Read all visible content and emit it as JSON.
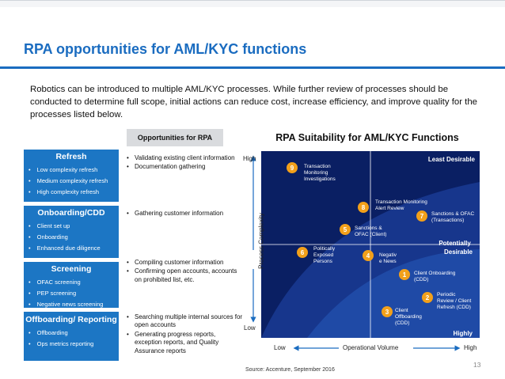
{
  "title": "RPA opportunities for AML/KYC functions",
  "intro": "Robotics can be introduced to multiple AML/KYC processes. While further review of processes should be conducted to determine full scope, initial actions can reduce cost, increase efficiency, and improve quality for the processes listed below.",
  "opportunities_header": "Opportunities for RPA",
  "categories": [
    {
      "title": "Refresh",
      "items": [
        "Low complexity refresh",
        "Medium complexity refresh",
        "High complexity refresh"
      ],
      "opportunities": [
        "Validating existing client information",
        "Documentation gathering"
      ]
    },
    {
      "title": "Onboarding/CDD",
      "items": [
        "Client set up",
        "Onboarding",
        "Enhanced due diligence"
      ],
      "opportunities": [
        "Gathering customer information"
      ]
    },
    {
      "title": "Screening",
      "items": [
        "OFAC screening",
        "PEP screening",
        "Negative news screening"
      ],
      "opportunities": [
        "Compiling customer information",
        "Confirming open accounts, accounts on prohibited list, etc."
      ]
    },
    {
      "title": "Offboarding/ Reporting",
      "items": [
        "Offboarding",
        "Ops metrics reporting"
      ],
      "opportunities": [
        "Searching multiple internal sources for open accounts",
        "Generating progress reports, exception reports, and Quality Assurance reports"
      ]
    }
  ],
  "matrix": {
    "title": "RPA Suitability for AML/KYC Functions",
    "y_high": "High",
    "y_low": "Low",
    "y_axis": "Process Complexity",
    "x_low": "Low",
    "x_high": "High",
    "x_axis": "Operational Volume",
    "zone_least": "Least Desirable",
    "zone_potential": "Potentially Desirable",
    "zone_highly": "Highly Desirable",
    "items": [
      {
        "num": "1",
        "label": "Client Onboarding (CDD)"
      },
      {
        "num": "2",
        "label": "Periodic Review / Client Refresh (CDD)"
      },
      {
        "num": "3",
        "label": "Client Offboarding (CDD)"
      },
      {
        "num": "4",
        "label": "Negative News"
      },
      {
        "num": "5",
        "label": "Sanctions & OFAC (Client)"
      },
      {
        "num": "6",
        "label": "Politically Exposed Persons"
      },
      {
        "num": "7",
        "label": "Sanctions & OFAC (Transactions)"
      },
      {
        "num": "8",
        "label": "Transaction Monitoring Alert Review"
      },
      {
        "num": "9",
        "label": "Transaction Monitoring Investigations"
      }
    ],
    "colors": {
      "dark": "#0a1f63",
      "mid": "#17368c",
      "light": "#1f4aa6",
      "bubble": "#f2a01a"
    }
  },
  "source": "Source: Accenture, September 2016",
  "page_number": "13"
}
